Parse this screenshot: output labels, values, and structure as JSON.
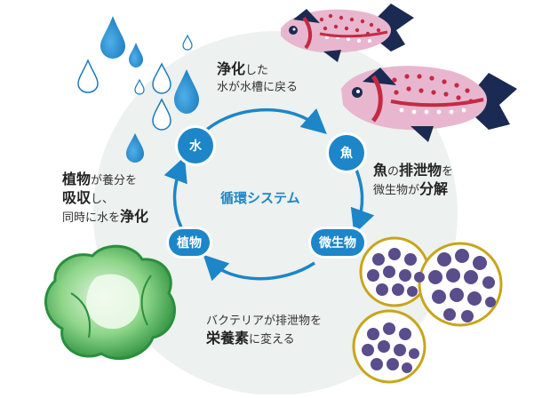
{
  "diagram": {
    "center_title": "循環システム",
    "nodes": {
      "water": "水",
      "fish": "魚",
      "microbes": "微生物",
      "plants": "植物"
    },
    "descriptions": {
      "top": {
        "b1": "浄化",
        "t1": "した",
        "line2": "水が水槽に戻る"
      },
      "right": {
        "b1": "魚",
        "t1": "の",
        "b2": "排泄物",
        "t2": "を",
        "t3": "微生物が",
        "b3": "分解"
      },
      "left": {
        "b1": "植物",
        "t1": "が養分を",
        "b2": "吸収",
        "t2": "し、",
        "t3": "同時に水を",
        "b3": "浄化"
      },
      "bottom": {
        "line1": "バクテリアが排泄物を",
        "b1": "栄養素",
        "t1": "に変える"
      }
    },
    "colors": {
      "accent": "#1c86c8",
      "background_circle": "#edf1ef",
      "fish_body": "#e8b7cf",
      "fish_accent": "#c42a44",
      "fish_fin": "#1b2a52",
      "bacteria_fill": "#5a4d8c",
      "bacteria_ring": "#c8a51a",
      "leaf_green": "#2fa34a"
    }
  }
}
